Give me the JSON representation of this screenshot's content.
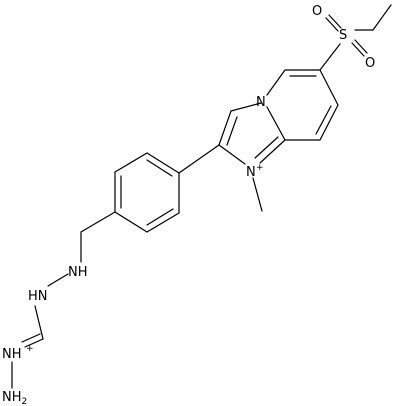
{
  "molecule": {
    "atoms": {
      "sulfur": "S",
      "oxygen_top": "O",
      "oxygen_bottom": "O",
      "n_bridge": "N",
      "n_methyl": "N",
      "n_methyl_charge": "+",
      "nh_linker": "NH",
      "hn_linker": "HN",
      "nh_iminium": "NH",
      "nh_iminium_charge": "+",
      "nh2_group": "NH",
      "nh2_subscript": "2"
    }
  },
  "colors": {
    "bond": "#000000",
    "label": "#000000",
    "background": "#ffffff"
  }
}
